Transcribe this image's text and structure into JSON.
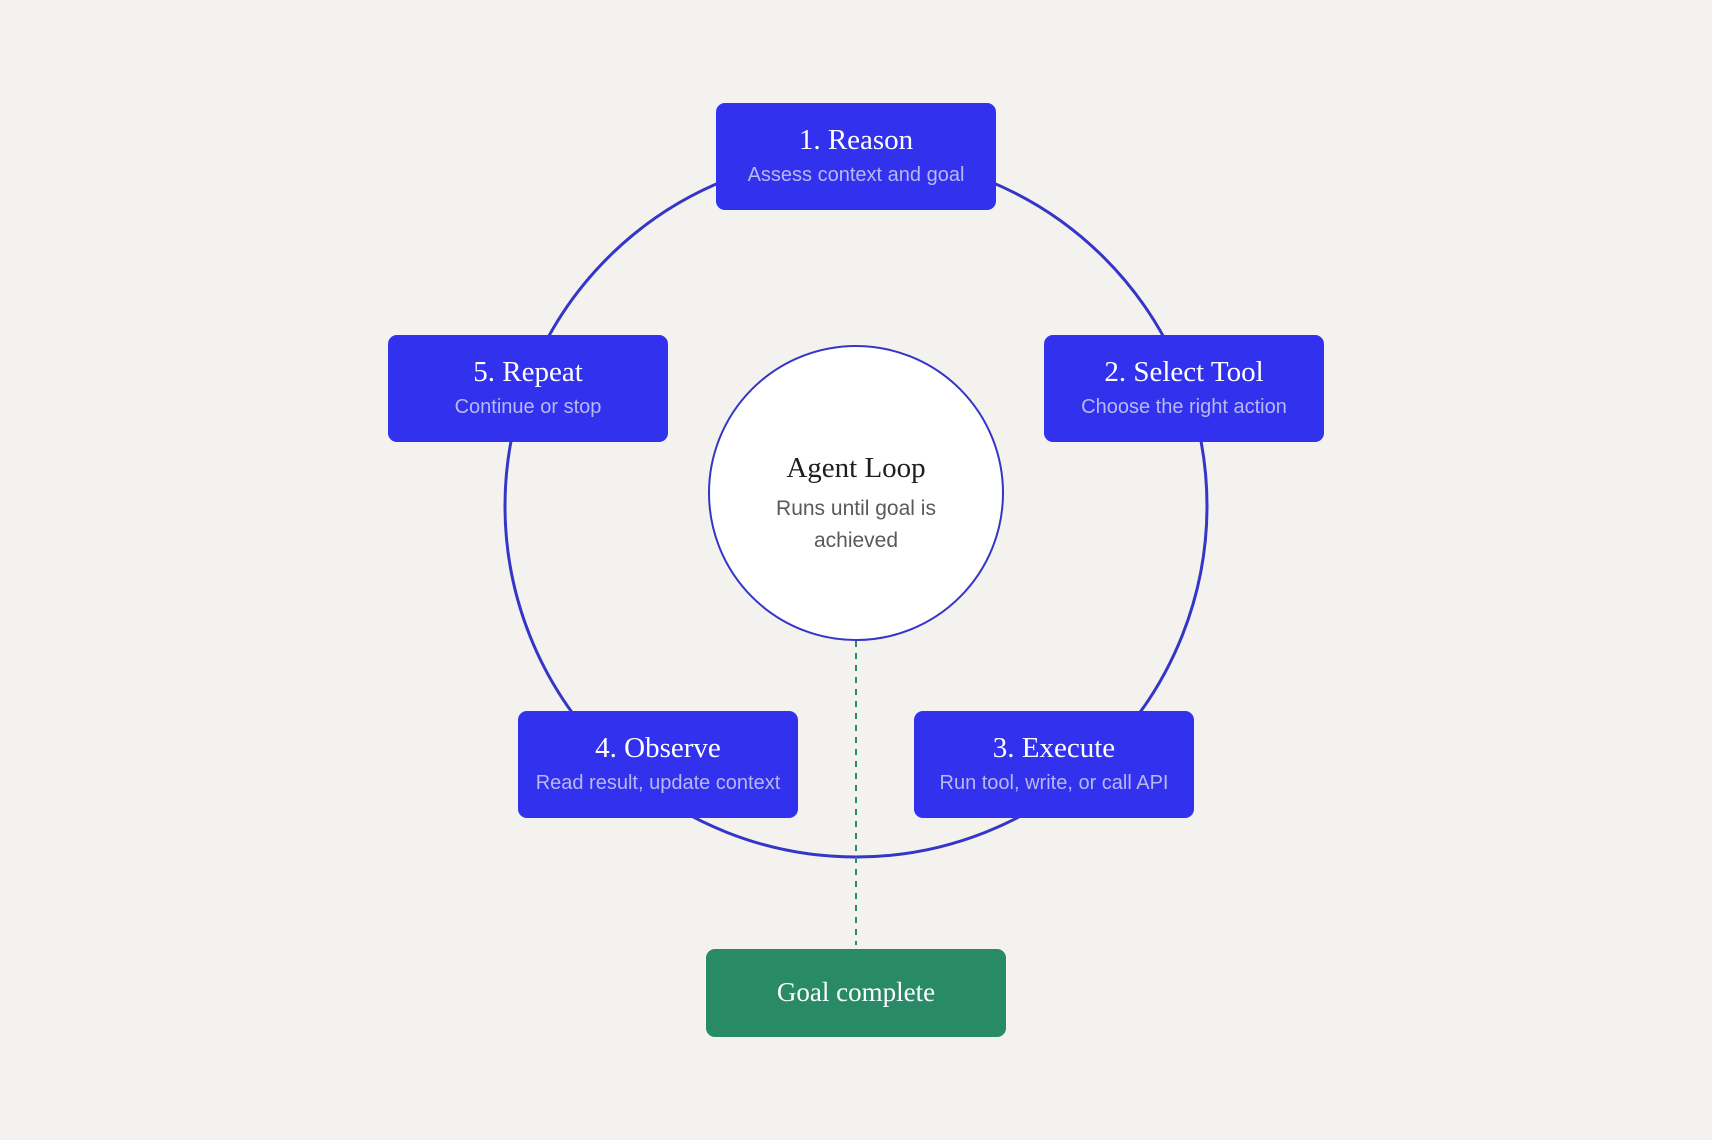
{
  "diagram": {
    "hub": {
      "title": "Agent Loop",
      "subtitle": "Runs until goal is achieved"
    },
    "steps": [
      {
        "title": "1. Reason",
        "subtitle": "Assess context and goal"
      },
      {
        "title": "2. Select Tool",
        "subtitle": "Choose the right action"
      },
      {
        "title": "3. Execute",
        "subtitle": "Run tool, write, or call API"
      },
      {
        "title": "4. Observe",
        "subtitle": "Read result, update context"
      },
      {
        "title": "5. Repeat",
        "subtitle": "Continue or stop"
      }
    ],
    "goal": {
      "label": "Goal complete"
    },
    "colors": {
      "background": "#f3f2ef",
      "step_fill": "#3131ee",
      "loop_ring": "#3535c8",
      "goal_fill": "#288a66",
      "goal_connector": "#2f8a6a"
    }
  }
}
